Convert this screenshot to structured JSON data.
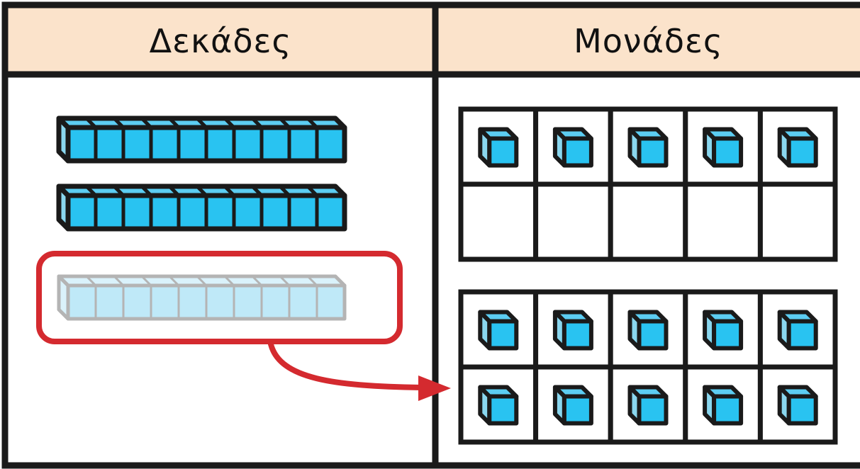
{
  "columns": {
    "tens_label": "Δεκάδες",
    "ones_label": "Μονάδες"
  },
  "tens": {
    "rods_solid": 2,
    "rods_faded_regrouped": 1,
    "cubes_per_rod": 10
  },
  "ones": {
    "frame_top_filled": 5,
    "frame_bottom_filled": 10,
    "cells_per_frame": 10
  },
  "colors": {
    "header_bg": "#fbe3cb",
    "cube_front": "#29c3f1",
    "cube_side": "#8ad7ef",
    "cube_top": "#5ccdf2",
    "outline": "#1a1a1a",
    "faded_front": "#bfe9f8",
    "faded_side": "#daf2fb",
    "faded_stroke": "#b4b4b4",
    "highlight_red": "#d42a2f"
  }
}
